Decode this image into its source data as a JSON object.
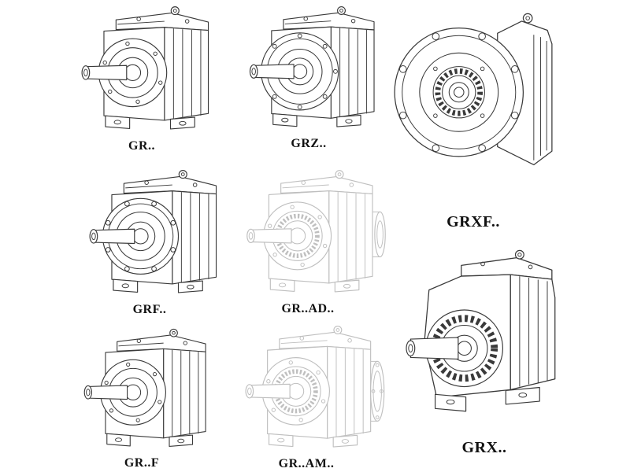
{
  "page": {
    "title": "Gear reducer model overview diagram",
    "background": "#ffffff"
  },
  "colors": {
    "line": "#3a3a3a",
    "faded_line": "#bfbfbf",
    "label_text": "#111111"
  },
  "items": [
    {
      "id": "gr",
      "label": "GR..",
      "style": "solid"
    },
    {
      "id": "grz",
      "label": "GRZ..",
      "style": "solid"
    },
    {
      "id": "grxf",
      "label": "GRXF..",
      "style": "solid"
    },
    {
      "id": "grf",
      "label": "GRF..",
      "style": "solid"
    },
    {
      "id": "grad",
      "label": "GR..AD..",
      "style": "faded"
    },
    {
      "id": "grx",
      "label": "GRX..",
      "style": "solid"
    },
    {
      "id": "grff",
      "label": "GR..F",
      "style": "solid"
    },
    {
      "id": "gram",
      "label": "GR..AM..",
      "style": "faded"
    }
  ]
}
